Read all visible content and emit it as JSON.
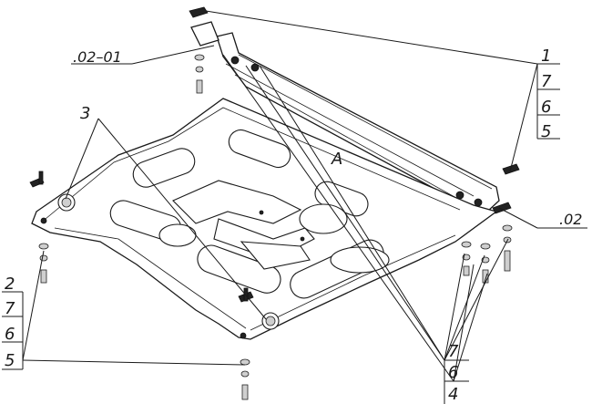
{
  "callouts": {
    "part_0201": ".02–01",
    "part_02": ".02",
    "label_A": "A",
    "label_3": "3",
    "stack_top_right": [
      "1",
      "7",
      "6",
      "5"
    ],
    "stack_left": [
      "2",
      "7",
      "6",
      "5"
    ],
    "stack_bottom_right": [
      "7",
      "6",
      "4"
    ]
  }
}
